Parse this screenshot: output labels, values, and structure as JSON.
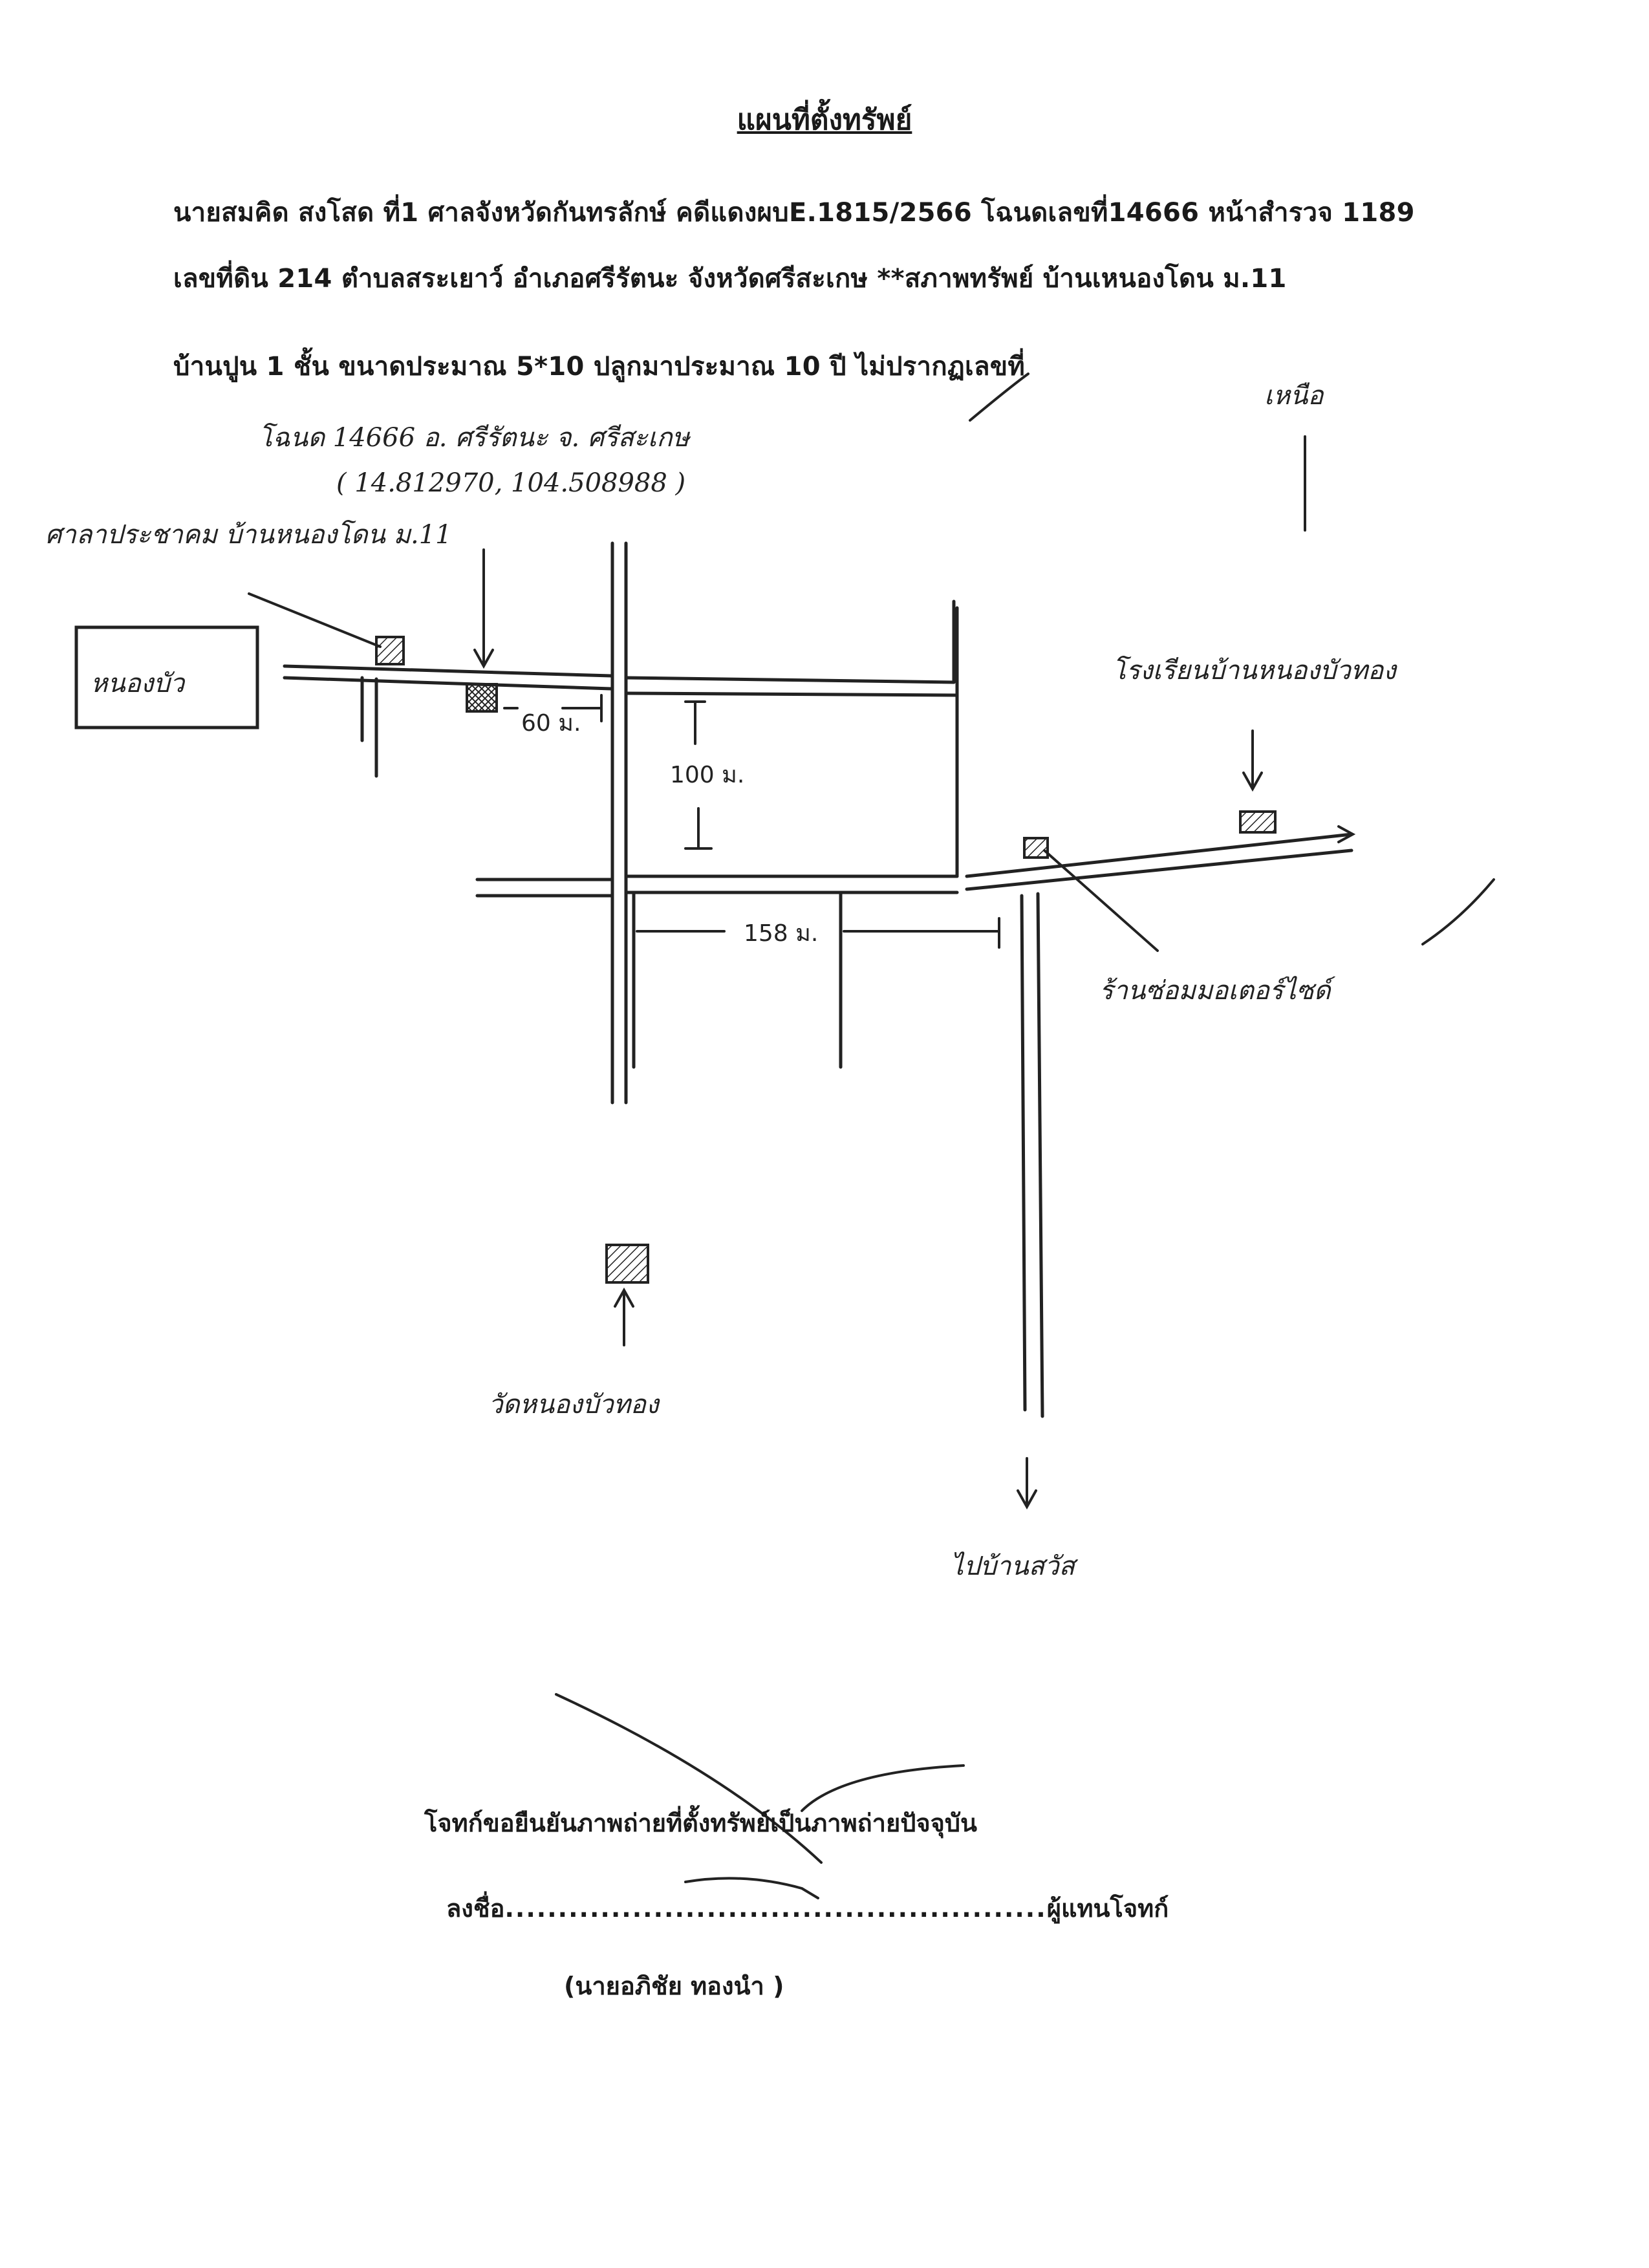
{
  "document": {
    "title": "แผนที่ตั้งทรัพย์",
    "line1": "นายสมคิด สงโสด ที่1 ศาลจังหวัดกันทรลักษ์  คดีแดงผบE.1815/2566 โฉนดเลขที่14666 หน้าสำรวจ 1189",
    "line2": "เลขที่ดิน 214 ตำบลสระเยาว์ อำเภอศรีรัตนะ จังหวัดศรีสะเกษ **สภาพทรัพย์  บ้านเหนองโดน ม.11",
    "line3": "บ้านปูน 1 ชั้น ขนาดประมาณ 5*10 ปลูกมาประมาณ 10 ปี   ไม่ปรากฏเลขที่"
  },
  "map": {
    "deed_note": "โฉนด 14666  อ. ศรีรัตนะ  จ. ศรีสะเกษ",
    "coords": "( 14.812970,  104.508988 )",
    "north": "เหนือ",
    "sala": "ศาลาประชาคม บ้านหนองโดน ม.11",
    "pond": "หนองบัว",
    "school": "โรงเรียนบ้านหนองบัวทอง",
    "shop": "ร้านซ่อมมอเตอร์ไซด์",
    "temple": "วัดหนองบัวทอง",
    "to_village": "ไปบ้านสวัส",
    "dim_60": "60 ม.",
    "dim_100": "100 ม.",
    "dim_158": "158 ม."
  },
  "footer": {
    "confirm": "โจทก์ขอยืนยันภาพถ่ายที่ตั้งทรัพย์เป็นภาพถ่ายปัจจุบัน",
    "sign_label": "ลงชื่อ",
    "sign_dots": "...................................................",
    "sign_role": "ผู้แทนโจทก์",
    "signer_name": "(นายอภิชัย  ทองนำ )"
  }
}
